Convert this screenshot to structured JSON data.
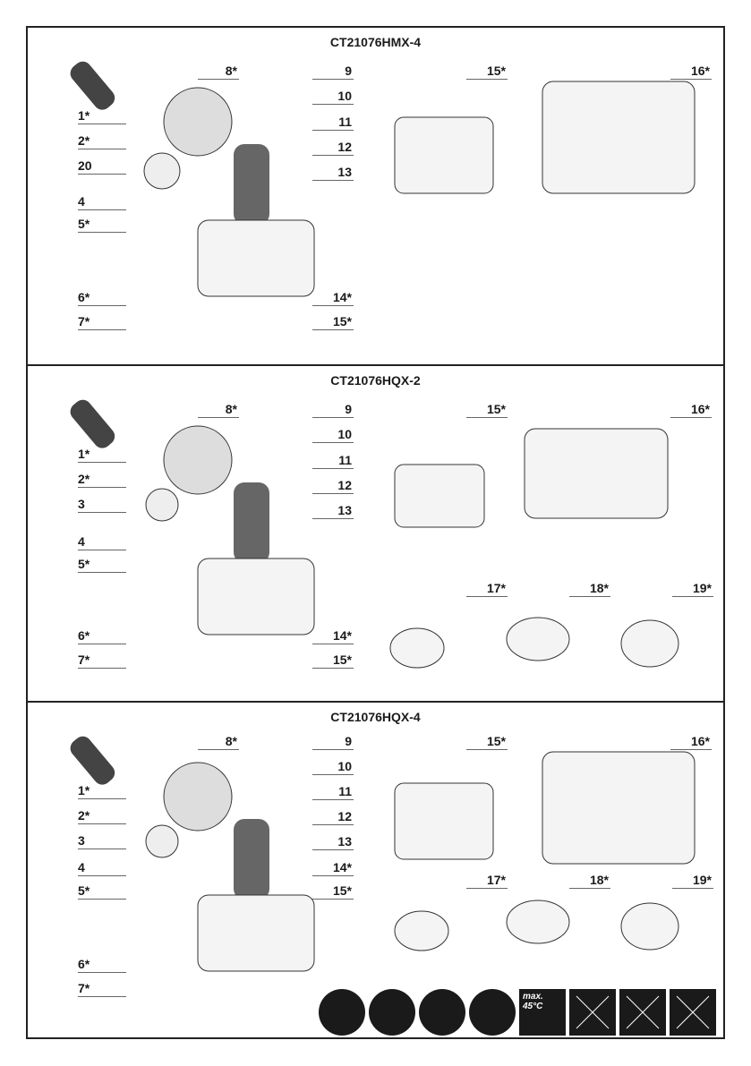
{
  "panels": [
    {
      "title": "CT21076HMX-4",
      "left_labels": [
        "1*",
        "2*",
        "20",
        "4",
        "5*",
        "6*",
        "7*"
      ],
      "right_labels": [
        "8*",
        "9",
        "10",
        "11",
        "12",
        "13",
        "14*",
        "15*"
      ],
      "accessory_labels": [
        "15*",
        "16*"
      ]
    },
    {
      "title": "CT21076HQX-2",
      "left_labels": [
        "1*",
        "2*",
        "3",
        "4",
        "5*",
        "6*",
        "7*"
      ],
      "right_labels": [
        "8*",
        "9",
        "10",
        "11",
        "12",
        "13",
        "14*",
        "15*"
      ],
      "accessory_labels": [
        "15*",
        "16*",
        "17*",
        "18*",
        "19*"
      ]
    },
    {
      "title": "CT21076HQX-4",
      "left_labels": [
        "1*",
        "2*",
        "3",
        "4",
        "5*",
        "6*",
        "7*"
      ],
      "right_labels": [
        "8*",
        "9",
        "10",
        "11",
        "12",
        "13",
        "14*",
        "15*"
      ],
      "accessory_labels": [
        "15*",
        "16*",
        "17*",
        "18*",
        "19*"
      ]
    }
  ],
  "safety_icons": [
    {
      "name": "read-manual-icon"
    },
    {
      "name": "eye-protection-icon"
    },
    {
      "name": "ear-protection-icon"
    },
    {
      "name": "dust-mask-icon"
    },
    {
      "name": "max-temperature-icon",
      "text": "max. 45°C"
    },
    {
      "name": "no-disposal-icon"
    },
    {
      "name": "no-fire-icon"
    },
    {
      "name": "no-rain-icon"
    }
  ]
}
